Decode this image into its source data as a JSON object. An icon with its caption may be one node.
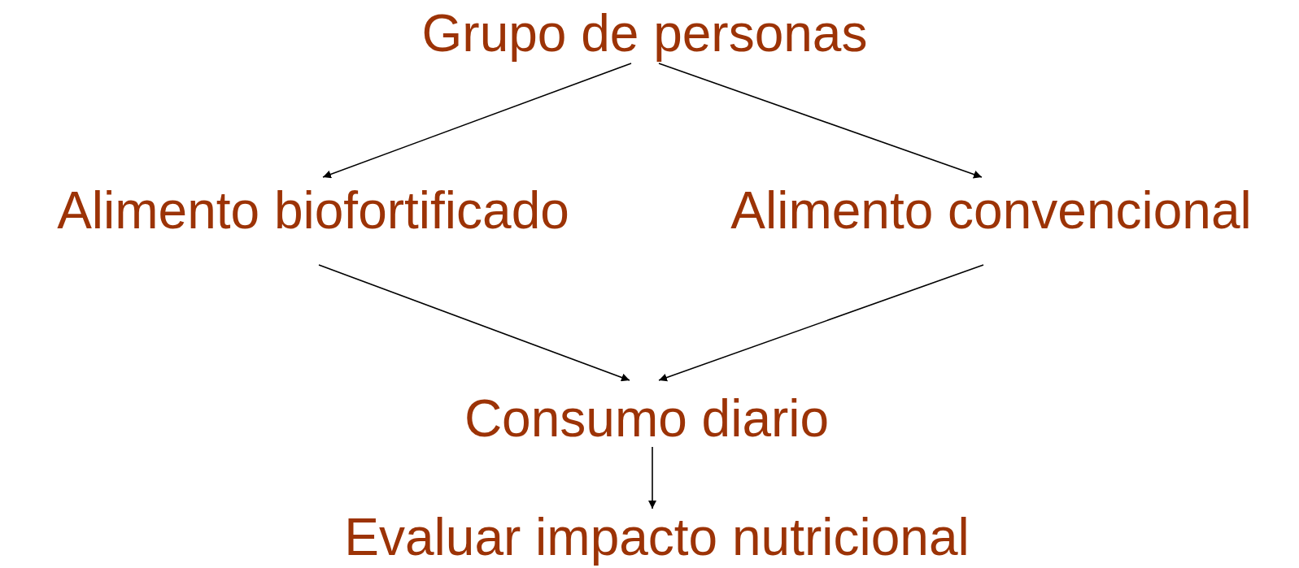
{
  "diagram": {
    "nodes": [
      {
        "text": [
          "Grupo de personas"
        ]
      },
      {
        "text": [
          "Alimento biofortificado"
        ]
      },
      {
        "text": [
          "Alimento convencional"
        ]
      },
      {
        "text": [
          "Consumo diario"
        ]
      },
      {
        "text": [
          "Evaluar impacto nutricional"
        ]
      }
    ],
    "edges": [
      {
        "from": 0,
        "to": 1,
        "arrow": "to"
      },
      {
        "from": 0,
        "to": 2,
        "arrow": "to"
      },
      {
        "from": 1,
        "to": 3,
        "arrow": "to"
      },
      {
        "from": 2,
        "to": 3,
        "arrow": "to"
      },
      {
        "from": 3,
        "to": 4,
        "arrow": "to"
      }
    ]
  }
}
